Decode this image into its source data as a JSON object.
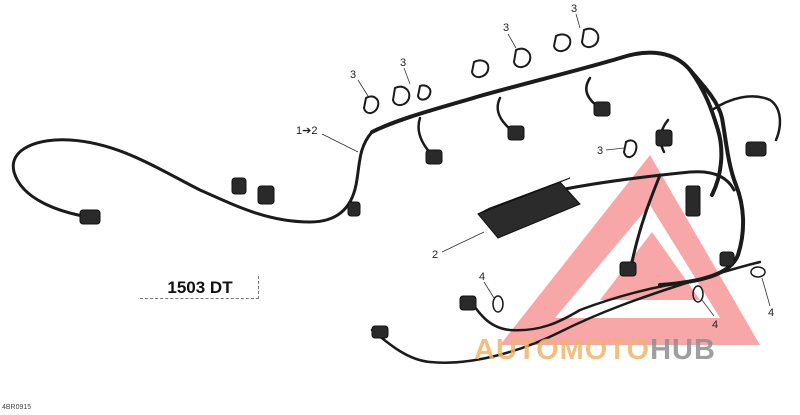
{
  "diagram": {
    "model_label": "1503 DT",
    "drawing_code": "4BR0915",
    "callouts": [
      {
        "id": "c-1-2",
        "text": "1➔2"
      },
      {
        "id": "c-2",
        "text": "2"
      },
      {
        "id": "c-3a",
        "text": "3"
      },
      {
        "id": "c-3b",
        "text": "3"
      },
      {
        "id": "c-3c",
        "text": "3"
      },
      {
        "id": "c-3d",
        "text": "3"
      },
      {
        "id": "c-3e",
        "text": "3"
      },
      {
        "id": "c-4a",
        "text": "4"
      },
      {
        "id": "c-4b",
        "text": "4"
      },
      {
        "id": "c-4c",
        "text": "4"
      }
    ]
  },
  "watermark": {
    "brand_part1": "AUTOMOTO",
    "brand_part2": "HUB",
    "color_triangle": "#f08080",
    "color_text1": "#f2b56b",
    "color_text2": "#8f8f8f"
  }
}
